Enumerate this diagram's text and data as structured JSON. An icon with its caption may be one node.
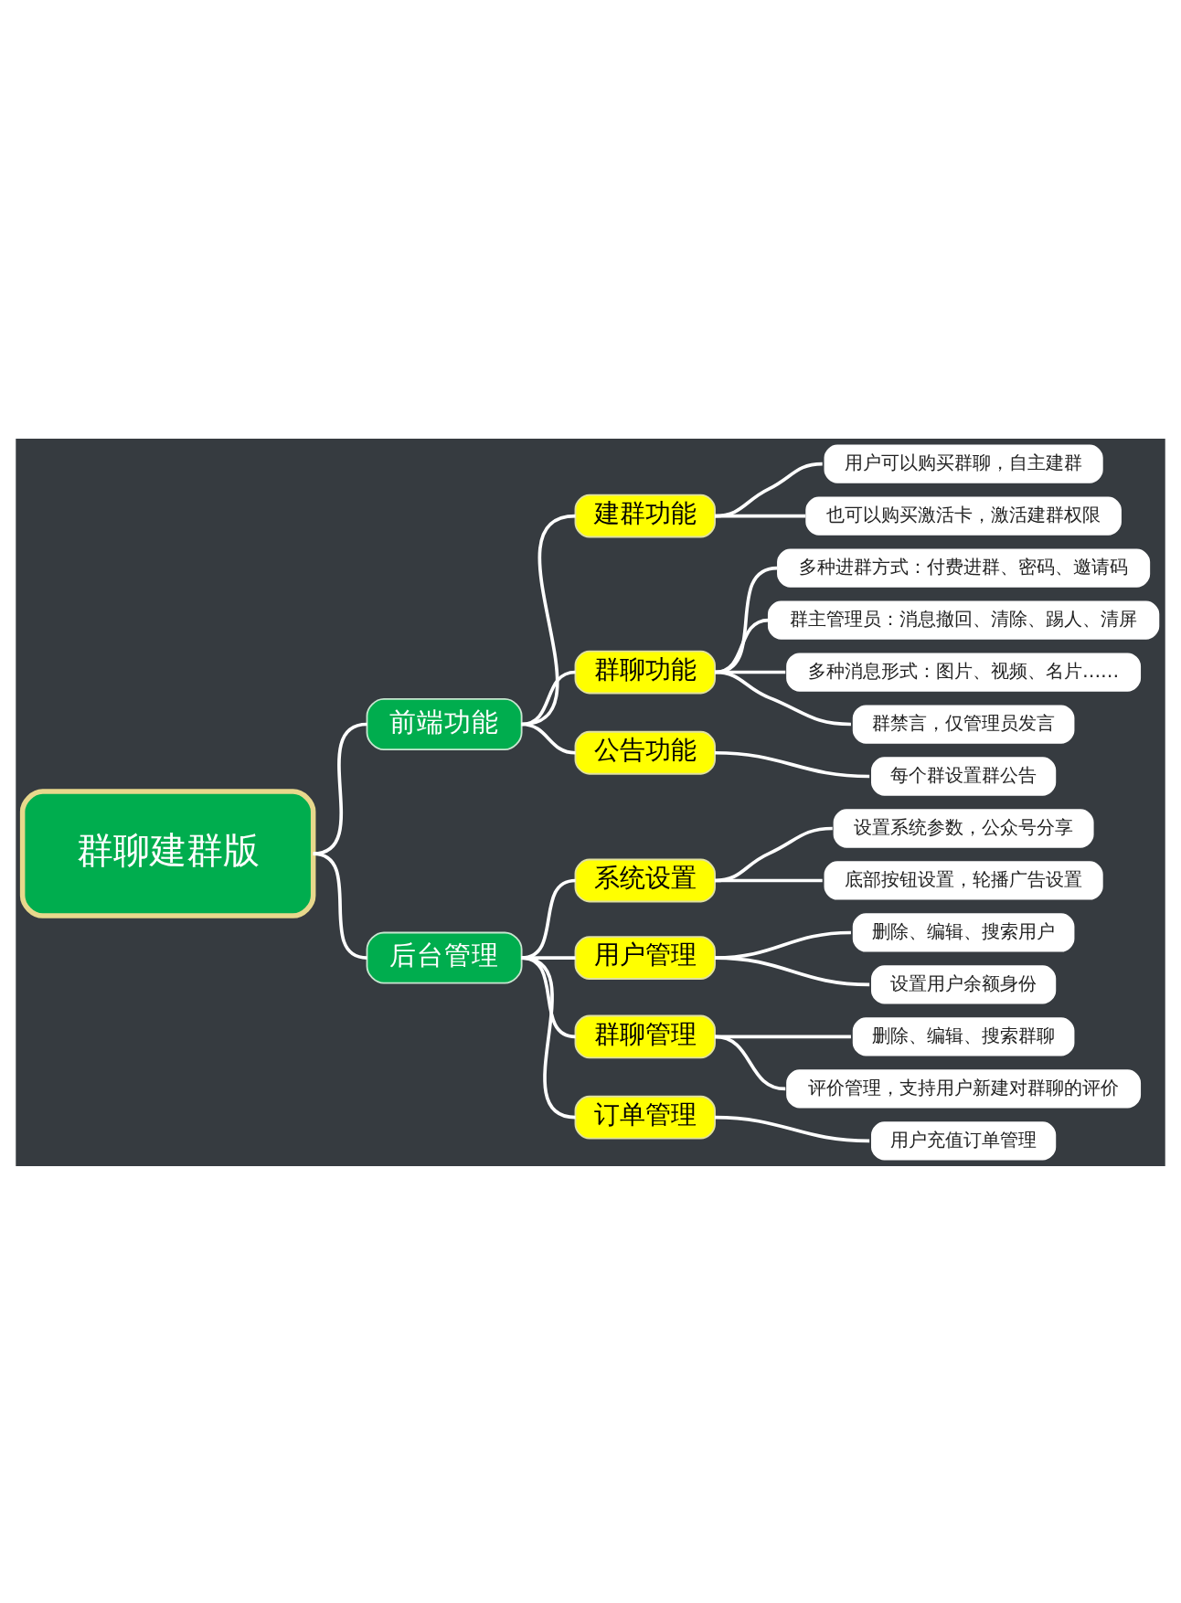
{
  "diagram": {
    "nodes": [
      {
        "text": [
          "群聊建群版"
        ]
      },
      {
        "text": [
          "前端功能"
        ]
      },
      {
        "text": [
          "建群功能"
        ]
      },
      {
        "text": [
          "用户可以购买群聊，自主建群"
        ]
      },
      {
        "text": [
          "也可以购买激活卡，激活建群权限"
        ]
      },
      {
        "text": [
          "群聊功能"
        ]
      },
      {
        "text": [
          "多种进群方式：付费进群、密码、邀请码"
        ]
      },
      {
        "text": [
          "群主管理员：消息撤回、清除、踢人、清屏"
        ]
      },
      {
        "text": [
          "多种消息形式：图片、视频、名片……"
        ]
      },
      {
        "text": [
          "群禁言，仅管理员发言"
        ]
      },
      {
        "text": [
          "公告功能"
        ]
      },
      {
        "text": [
          "每个群设置群公告"
        ]
      },
      {
        "text": [
          "后台管理"
        ]
      },
      {
        "text": [
          "系统设置"
        ]
      },
      {
        "text": [
          "设置系统参数，公众号分享"
        ]
      },
      {
        "text": [
          "底部按钮设置，轮播广告设置"
        ]
      },
      {
        "text": [
          "用户管理"
        ]
      },
      {
        "text": [
          "删除、编辑、搜索用户"
        ]
      },
      {
        "text": [
          "设置用户余额身份"
        ]
      },
      {
        "text": [
          "群聊管理"
        ]
      },
      {
        "text": [
          "删除、编辑、搜索群聊"
        ]
      },
      {
        "text": [
          "评价管理，支持用户新建对群聊的评价"
        ]
      },
      {
        "text": [
          "订单管理"
        ]
      },
      {
        "text": [
          "用户充值订单管理"
        ]
      }
    ],
    "edges": [
      {
        "from": 0,
        "to": 1,
        "arrow": "none"
      },
      {
        "from": 1,
        "to": 2,
        "arrow": "none"
      },
      {
        "from": 2,
        "to": 3,
        "arrow": "none"
      },
      {
        "from": 2,
        "to": 4,
        "arrow": "none"
      },
      {
        "from": 1,
        "to": 5,
        "arrow": "none"
      },
      {
        "from": 5,
        "to": 6,
        "arrow": "none"
      },
      {
        "from": 5,
        "to": 7,
        "arrow": "none"
      },
      {
        "from": 5,
        "to": 8,
        "arrow": "none"
      },
      {
        "from": 5,
        "to": 9,
        "arrow": "none"
      },
      {
        "from": 1,
        "to": 10,
        "arrow": "none"
      },
      {
        "from": 10,
        "to": 11,
        "arrow": "none"
      },
      {
        "from": 0,
        "to": 12,
        "arrow": "none"
      },
      {
        "from": 12,
        "to": 13,
        "arrow": "none"
      },
      {
        "from": 13,
        "to": 14,
        "arrow": "none"
      },
      {
        "from": 13,
        "to": 15,
        "arrow": "none"
      },
      {
        "from": 12,
        "to": 16,
        "arrow": "none"
      },
      {
        "from": 16,
        "to": 17,
        "arrow": "none"
      },
      {
        "from": 16,
        "to": 18,
        "arrow": "none"
      },
      {
        "from": 12,
        "to": 19,
        "arrow": "none"
      },
      {
        "from": 19,
        "to": 20,
        "arrow": "none"
      },
      {
        "from": 19,
        "to": 21,
        "arrow": "none"
      },
      {
        "from": 12,
        "to": 22,
        "arrow": "none"
      },
      {
        "from": 22,
        "to": 23,
        "arrow": "none"
      }
    ]
  }
}
